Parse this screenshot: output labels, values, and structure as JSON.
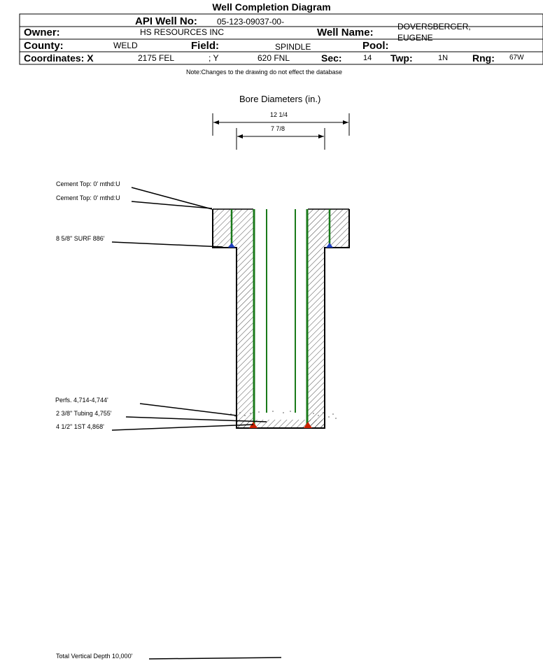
{
  "title": "Well Completion Diagram",
  "header": {
    "api_label": "API Well No:",
    "api_value": "05-123-09037-00-",
    "owner_label": "Owner:",
    "owner_value": "HS RESOURCES INC",
    "well_name_label": "Well Name:",
    "well_name_value_1": "DOVERSBERGER,",
    "well_name_value_2": "EUGENE",
    "county_label": "County:",
    "county_value": "WELD",
    "field_label": "Field:",
    "field_value": "SPINDLE",
    "pool_label": "Pool:",
    "pool_value": "",
    "coords_label": "Coordinates: X",
    "x_value": "2175 FEL",
    "y_label": "; Y",
    "y_value": "620 FNL",
    "sec_label": "Sec:",
    "sec_value": "14",
    "twp_label": "Twp:",
    "twp_value": "1N",
    "rng_label": "Rng:",
    "rng_value": "67W"
  },
  "note": "Note:Changes to the drawing do not effect the database",
  "bore": {
    "title": "Bore Diameters (in.)",
    "outer": "12 1/4",
    "inner": "7 7/8"
  },
  "annotations": {
    "cement_top_1": "Cement Top: 0' mthd:U",
    "cement_top_2": "Cement Top: 0' mthd:U",
    "surface_casing": "8 5/8\" SURF 886'",
    "perfs": "Perfs. 4,714-4,744'",
    "tubing": "2 3/8\" Tubing 4,755'",
    "production_casing": "4 1/2\" 1ST 4,868'",
    "tvd": "Total Vertical Depth 10,000'"
  },
  "colors": {
    "casing": "#1a7a1a",
    "cement_shoe_blue": "#1f3fbf",
    "cement_shoe_red": "#cc2200"
  }
}
